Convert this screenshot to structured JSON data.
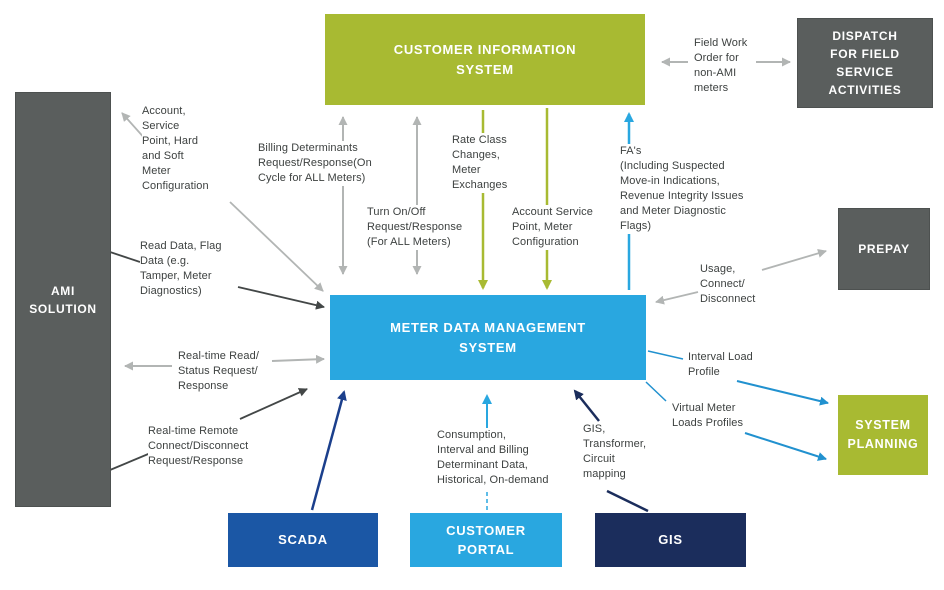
{
  "diagram": {
    "nodes": {
      "cis": {
        "label": "CUSTOMER INFORMATION\nSYSTEM",
        "color": "#a8ba32"
      },
      "dispatch": {
        "label": "DISPATCH\nFOR FIELD\nSERVICE\nACTIVITIES",
        "color": "#5a5e5d"
      },
      "ami": {
        "label": "AMI\nSOLUTION",
        "color": "#5a5e5d"
      },
      "mdms": {
        "label": "METER DATA MANAGEMENT\nSYSTEM",
        "color": "#29a7e0"
      },
      "prepay": {
        "label": "PREPAY",
        "color": "#5a5e5d"
      },
      "system_planning": {
        "label": "SYSTEM\nPLANNING",
        "color": "#a8ba32"
      },
      "scada": {
        "label": "SCADA",
        "color": "#1b57a5"
      },
      "customer_portal": {
        "label": "CUSTOMER\nPORTAL",
        "color": "#29a7e0"
      },
      "gis": {
        "label": "GIS",
        "color": "#1b2d5c"
      }
    },
    "edge_labels": {
      "field_work_order": "Field Work\nOrder for\nnon-AMI\nmeters",
      "account_config": "Account,\nService\nPoint, Hard\nand Soft\nMeter\nConfiguration",
      "billing_determinants": "Billing Determinants\nRequest/Response(On\nCycle for ALL Meters)",
      "turn_on_off": "Turn On/Off\nRequest/Response\n(For ALL Meters)",
      "rate_class": "Rate Class\nChanges,\nMeter\nExchanges",
      "account_service_point": "Account Service\nPoint, Meter\nConfiguration",
      "fas": "FA's\n(Including Suspected\nMove-in Indications,\nRevenue Integrity Issues\nand Meter Diagnostic\nFlags)",
      "read_data": "Read Data, Flag\nData (e.g.\nTamper, Meter\nDiagnostics)",
      "realtime_read": "Real-time Read/\nStatus Request/\nResponse",
      "realtime_remote": "Real-time Remote\nConnect/Disconnect\nRequest/Response",
      "usage_connect": "Usage,\nConnect/\nDisconnect",
      "interval_load": "Interval Load\nProfile",
      "virtual_meter": "Virtual Meter\nLoads Profiles",
      "consumption": "Consumption,\nInterval and Billing\nDeterminant Data,\nHistorical, On-demand",
      "gis_mapping": "GIS,\nTransformer,\nCircuit\nmapping"
    },
    "arrow_colors": {
      "gray": "#b2b5b4",
      "dark": "#434747",
      "green": "#a8ba32",
      "light_blue": "#29a7e0",
      "medium_blue": "#2191cf",
      "scada_blue": "#1b3f8c",
      "gis_navy": "#1b2d5c"
    }
  }
}
